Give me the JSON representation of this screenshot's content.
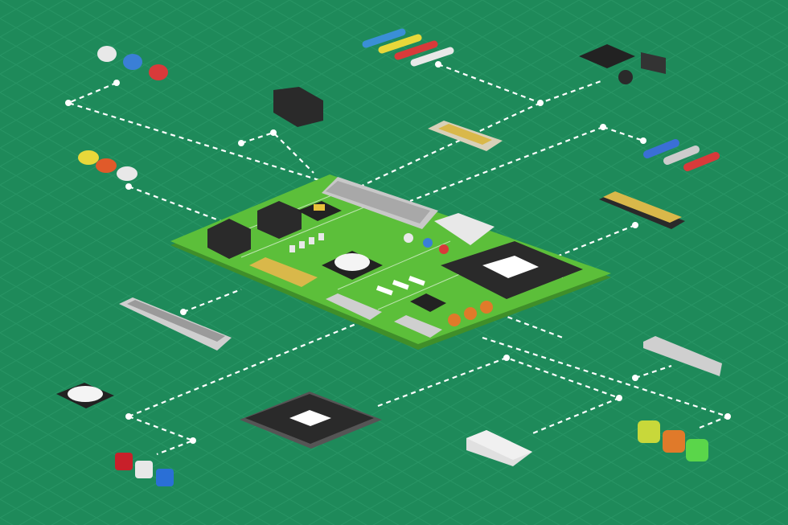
{
  "scene": {
    "background_color": "#1e8a5a",
    "grid_color": "#2f9d6c",
    "pcb_color": "#5cbf3a",
    "pcb_edge_color": "#3f8f2a",
    "trace_color": "#ffffff",
    "chip_color": "#2a2a2a",
    "gold_color": "#d9b84a"
  },
  "components": [
    {
      "name": "led-trio-top-left",
      "kind": "led",
      "colors": [
        "#e8e8e8",
        "#3a7fd6",
        "#d83a3a"
      ]
    },
    {
      "name": "resistor-set-top",
      "kind": "resistor",
      "colors": [
        "#3a8fd6",
        "#e8d83a",
        "#d83a3a",
        "#e8e8e8"
      ]
    },
    {
      "name": "ic-chip-top-right",
      "kind": "dip-chip",
      "colors": [
        "#222222"
      ]
    },
    {
      "name": "pin-header-socket-top",
      "kind": "header",
      "colors": [
        "#2a2a2a"
      ]
    },
    {
      "name": "edge-connector-top",
      "kind": "connector",
      "colors": [
        "#d8d0b8"
      ]
    },
    {
      "name": "resistor-set-right",
      "kind": "resistor",
      "colors": [
        "#3a6fd6",
        "#cccccc",
        "#d83a3a"
      ]
    },
    {
      "name": "led-trio-left",
      "kind": "led",
      "colors": [
        "#e8d83a",
        "#e05a2a",
        "#e8e8e8"
      ]
    },
    {
      "name": "pin-header-right",
      "kind": "header",
      "colors": [
        "#d9b84a"
      ]
    },
    {
      "name": "slot-connector-left",
      "kind": "connector",
      "colors": [
        "#cfcfcf"
      ]
    },
    {
      "name": "slot-connector-right",
      "kind": "connector",
      "colors": [
        "#cfcfcf"
      ]
    },
    {
      "name": "button-switch",
      "kind": "button",
      "colors": [
        "#222222",
        "#f4f4f4"
      ]
    },
    {
      "name": "qfp-chip-bottom",
      "kind": "qfp-chip",
      "colors": [
        "#2a2a2a",
        "#ffffff"
      ]
    },
    {
      "name": "breadboard-block",
      "kind": "terminal-block",
      "colors": [
        "#e0e0e0"
      ]
    },
    {
      "name": "capacitor-trio-bottom-left",
      "kind": "capacitor",
      "colors": [
        "#c8202a",
        "#e8e8e8",
        "#2a6fd6"
      ]
    },
    {
      "name": "inductor-trio-bottom-right",
      "kind": "inductor",
      "colors": [
        "#c8d83a",
        "#e07a2a",
        "#5ad64a"
      ]
    }
  ]
}
